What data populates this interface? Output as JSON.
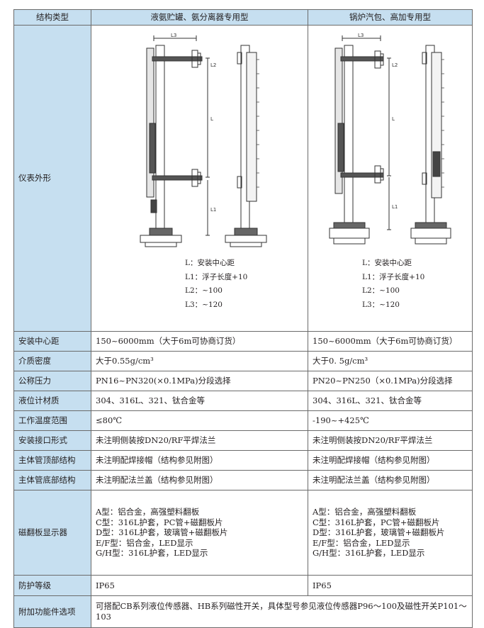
{
  "header": {
    "col1": "结构类型",
    "col2": "液氨贮罐、氨分离器专用型",
    "col3": "锅炉汽包、高加专用型"
  },
  "diagram_row": {
    "label": "仪表外形",
    "dim_labels": {
      "L": "L",
      "L1": "L1",
      "L2": "L2",
      "L3": "L3"
    },
    "legend": [
      "L：安装中心距",
      "L1：浮子长度+10",
      "L2：~100",
      "L3：~120"
    ]
  },
  "rows": [
    {
      "label": "安装中心距",
      "v1": "150~6000mm（大于6m可协商订货）",
      "v2": "150~6000mm（大于6m可协商订货）"
    },
    {
      "label": "介质密度",
      "v1": "大于0.55g/cm³",
      "v2": "大于0. 5g/cm³"
    },
    {
      "label": "公称压力",
      "v1": "PN16~PN320(×0.1MPa)分段选择",
      "v2": "PN20~PN250（×0.1MPa)分段选择"
    },
    {
      "label": "液位计材质",
      "v1": "304、316L、321、钛合金等",
      "v2": "304、316L、321、钛合金等"
    },
    {
      "label": "工作温度范围",
      "v1": "≤80℃",
      "v2": "-190~+425℃"
    },
    {
      "label": "安装接口形式",
      "v1": "未注明侧装按DN20/RF平焊法兰",
      "v2": "未注明侧装按DN20/RF平焊法兰"
    },
    {
      "label": "主体管顶部结构",
      "v1": "未注明配焊接帽（结构参见附图）",
      "v2": "未注明配焊接帽（结构参见附图）"
    },
    {
      "label": "主体管底部结构",
      "v1": "未注明配法兰盖（结构参见附图）",
      "v2": "未注明配法兰盖（结构参见附图）"
    }
  ],
  "display_row": {
    "label": "磁翻板显示器",
    "lines": [
      "A型：铝合金，高强塑料翻板",
      "C型：316L护套，PC管+磁翻板片",
      "D型：316L护套，玻璃管+磁翻板片",
      "E/F型：铝合金，LED显示",
      "G/H型：316L护套，LED显示"
    ]
  },
  "protection_row": {
    "label": "防护等级",
    "v1": "IP65",
    "v2": "IP65"
  },
  "extra_row": {
    "label": "附加功能件选项",
    "value": "可搭配CB系列液位传感器、HB系列磁性开关，具体型号参见液位传感器P96～100及磁性开关P101～103"
  },
  "colors": {
    "header_bg": "#c6dff0",
    "border": "#6b6b6b",
    "text": "#231f20"
  }
}
